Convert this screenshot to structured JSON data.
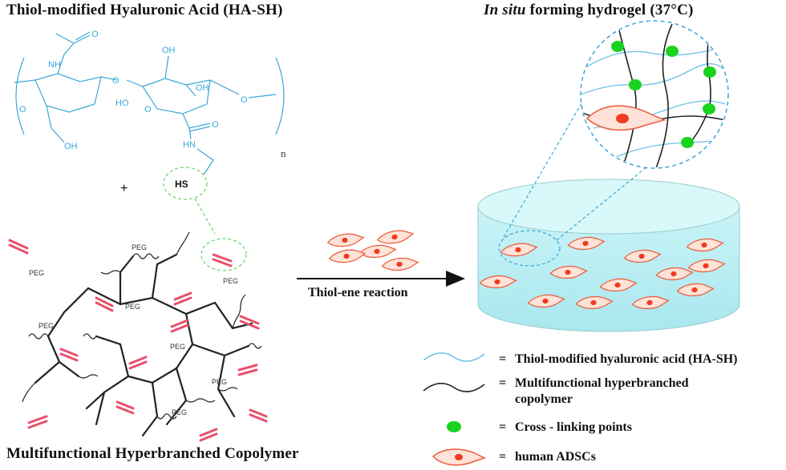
{
  "titles": {
    "left": "Thiol-modified  Hyaluronic  Acid  (HA-SH)",
    "right_em": "In situ",
    "right_rest": " forming  hydrogel   (37°C)",
    "bottom_left": "Multifunctional  Hyperbranched  Copolymer"
  },
  "molecule": {
    "labels": [
      "NH",
      "O",
      "O",
      "OH",
      "OH",
      "HO",
      "O",
      "O",
      "O",
      "OH",
      "O",
      "HN",
      "n"
    ],
    "hs": "HS",
    "plus": "+"
  },
  "peg_label": "PEG",
  "reaction": {
    "label": "Thiol-ene reaction"
  },
  "legend": [
    {
      "icon": "light-blue-line-icon",
      "eq": "=",
      "text": "Thiol-modified hyaluronic acid (HA-SH)"
    },
    {
      "icon": "dark-line-icon",
      "eq": "=",
      "text": "Multifunctional  hyperbranched",
      "text2": "copolymer"
    },
    {
      "icon": "green-dot-icon",
      "eq": "=",
      "text": "Cross - linking points"
    },
    {
      "icon": "cell-icon",
      "eq": "=",
      "text": "human ADSCs"
    }
  ],
  "colors": {
    "ha_blue": "#3aa7d9",
    "copolymer": "#222222",
    "crosslink": "#19d31e",
    "cell_fill": "#ffe3d8",
    "cell_stroke": "#ec5a3a",
    "nucleus": "#ef3b1f",
    "gel": "#bfeff3",
    "dashed_green": "#6fd46f",
    "dashed_blue": "#3aa7d9"
  }
}
